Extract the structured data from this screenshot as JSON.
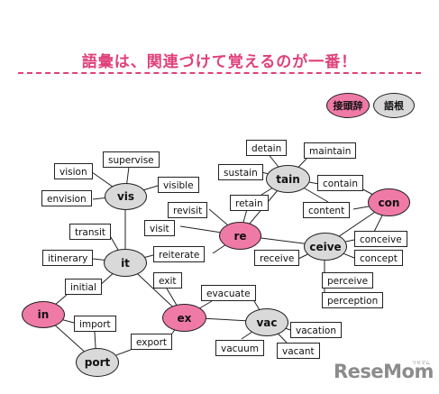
{
  "header": {
    "title": "語彙は、関連づけて覚えるのが一番！"
  },
  "legend": {
    "prefix_label": "接頭辞",
    "root_label": "語根"
  },
  "colors": {
    "prefix": "#f07aa6",
    "root": "#d9d9d9",
    "title": "#e0407a",
    "line": "#222222"
  },
  "nodes": {
    "vis": "vis",
    "it": "it",
    "re": "re",
    "tain": "tain",
    "con": "con",
    "ceive": "ceive",
    "in": "in",
    "ex": "ex",
    "vac": "vac",
    "port": "port"
  },
  "words": {
    "vision": "vision",
    "supervise": "supervise",
    "envision": "envision",
    "visible": "visible",
    "visit": "visit",
    "transit": "transit",
    "itinerary": "itinerary",
    "initial": "initial",
    "exit": "exit",
    "reiterate": "reiterate",
    "revisit": "revisit",
    "retain": "retain",
    "detain": "detain",
    "maintain": "maintain",
    "sustain": "sustain",
    "contain": "contain",
    "content": "content",
    "receive": "receive",
    "conceive": "conceive",
    "concept": "concept",
    "perceive": "perceive",
    "perception": "perception",
    "evacuate": "evacuate",
    "vacation": "vacation",
    "vacuum": "vacuum",
    "vacant": "vacant",
    "import": "import",
    "export": "export"
  },
  "brand": {
    "logo": "ReseMom",
    "logo_small": "リセマム"
  }
}
